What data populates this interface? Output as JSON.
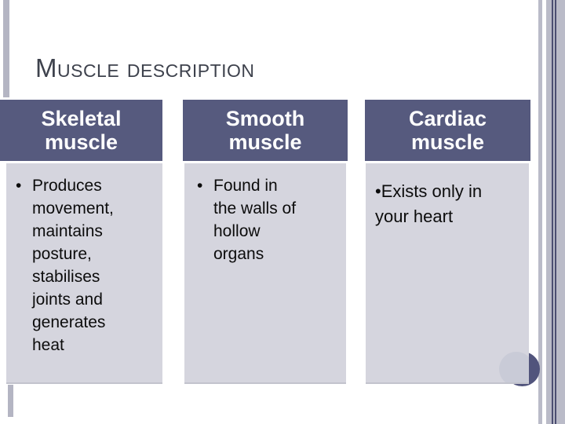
{
  "slide": {
    "title": "Muscle description"
  },
  "columns": [
    {
      "header": "Skeletal\nmuscle",
      "bullet": "•",
      "body": "Produces\nmovement,\nmaintains\nposture,\nstabilises\njoints and\ngenerates\nheat"
    },
    {
      "header": "Smooth\nmuscle",
      "bullet": "•",
      "body": "Found in\nthe walls of\nhollow\norgans"
    },
    {
      "header": "Cardiac\nmuscle",
      "bullet": "•",
      "body": "Exists only in\nyour heart"
    }
  ],
  "colors": {
    "header_bg": "#565a7e",
    "body_bg": "#d5d5de",
    "title_text": "#3e424d",
    "header_text": "#ffffff",
    "edge_stripe": "#babbc8",
    "edge_line": "#4b4e71",
    "ornament_dark": "#51547c",
    "ornament_light": "#c9cbd7"
  }
}
